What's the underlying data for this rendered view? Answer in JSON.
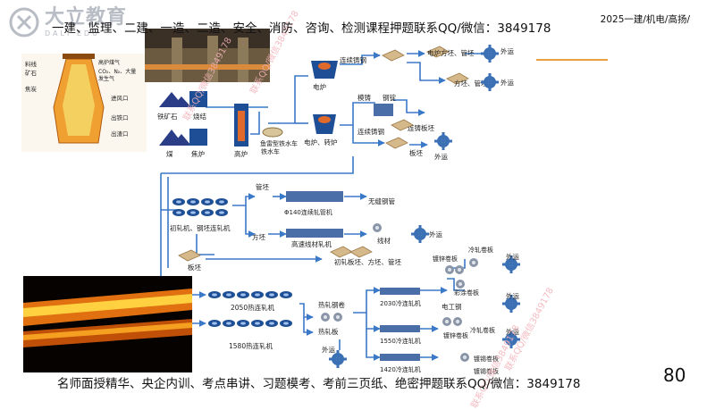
{
  "brand": {
    "name_cn": "大立教育",
    "name_en": "DALI EDU"
  },
  "header": {
    "top_line": "一建、监理、二建、一造、二造、安全、消防、咨询、检测课程押题联系QQ/微信：3849178",
    "right_text": "2025一建/机电/高扬/"
  },
  "footer": {
    "text": "名师面授精华、央企内训、考点串讲、习题模考、考前三页纸、绝密押题联系QQ/微信：3849178",
    "page_number": "80"
  },
  "watermark": "联系QQ/微信3849178",
  "colors": {
    "flow_line": "#3a78c8",
    "box": "#1e4f96",
    "gear": "#3c70b4",
    "ore": "#2b3d86"
  },
  "diagram": {
    "labels": {
      "iron_ore": "铁矿石",
      "sinter": "烧结",
      "coal": "煤",
      "coke_oven": "焦炉",
      "blast_furnace": "高炉",
      "torpedo_car": "鱼雷型铁水车",
      "electric_furnace": "电炉",
      "ef_converter": "电炉、转炉",
      "ingot": "模铸",
      "steel_ingot": "钢锭",
      "continuous_casting_1": "连续铸钢",
      "continuous_casting_2": "连续铸钢",
      "slab_cc": "连铸板坯",
      "round_billet": "电炉方坯、管坯",
      "square_billet": "方坯、管坯",
      "slab": "板坯",
      "ship_1": "外运",
      "ship_2": "外运",
      "ship_3": "外运",
      "ship_4": "外运",
      "ship_5": "外运",
      "ship_6": "外运",
      "ship_7": "外运",
      "rough_mill": "初轧机、钢坯连轧机",
      "tube_billet": "管坯",
      "tube_mill": "Φ140连续轧管机",
      "seamless": "无缝钢管",
      "square": "方坯",
      "wire_mill": "高速线材轧机",
      "wire": "线材",
      "products": "初轧板坯、方坯、管坯",
      "slab2": "板坯",
      "hsm_2050": "2050热连轧机",
      "hsm_1580": "1580热连轧机",
      "hot_coil": "热轧钢卷",
      "hot_plate": "热轧板",
      "ship_8": "外运",
      "cm_2030": "2030冷连轧机",
      "cm_1550": "1550冷连轧机",
      "cm_1420": "1420冷连轧机",
      "galv_1": "镀锌卷板",
      "cold_1": "冷轧卷板",
      "color": "彩涂卷板",
      "elec_steel": "电工钢",
      "galv_2": "镀锌卷板",
      "cold_2": "冷轧卷板",
      "tin_1": "镀锡卷板",
      "tin_2": "镀锡卷板",
      "bf_gas": "高炉煤气",
      "bf_comp": "CO₂、N₂、大量",
      "bf_heat": "发生气",
      "stockline": "料线",
      "ore_label": "矿石",
      "coke_label": "焦炭",
      "tuyere": "进风口",
      "tapping": "出铁口",
      "slag": "出渣口"
    }
  }
}
